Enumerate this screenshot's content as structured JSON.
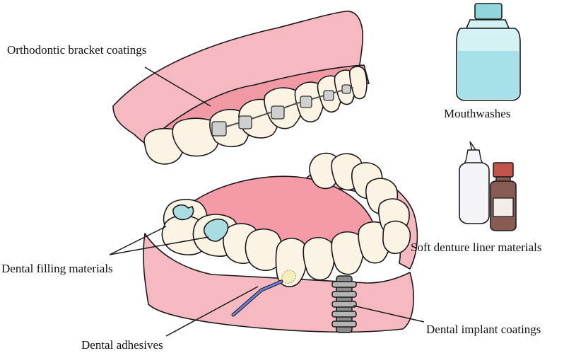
{
  "labels": {
    "orthodontic": "Orthodontic bracket coatings",
    "mouthwashes": "Mouthwashes",
    "soft_liner": "Soft denture liner materials",
    "filling": "Dental filling materials",
    "adhesives": "Dental adhesives",
    "implant": "Dental implant coatings"
  },
  "colors": {
    "gum": "#f6b9c1",
    "gum_dark": "#f19aa6",
    "palate": "#f59ba7",
    "tooth": "#fbf4e4",
    "filling": "#a9dde2",
    "bottle": "#d4f1f4",
    "liquid": "#a6e1e9",
    "cap": "#92d6dd",
    "brown_bottle": "#885b53",
    "brown_cap": "#c0544a",
    "implant": "#8a8a8a",
    "adhesive": "#6a7fd6"
  },
  "icons": [
    "mouthwash-bottle-icon",
    "dropper-bottle-icon",
    "medicine-bottle-icon",
    "dental-implant-icon",
    "adhesive-applicator-icon"
  ]
}
